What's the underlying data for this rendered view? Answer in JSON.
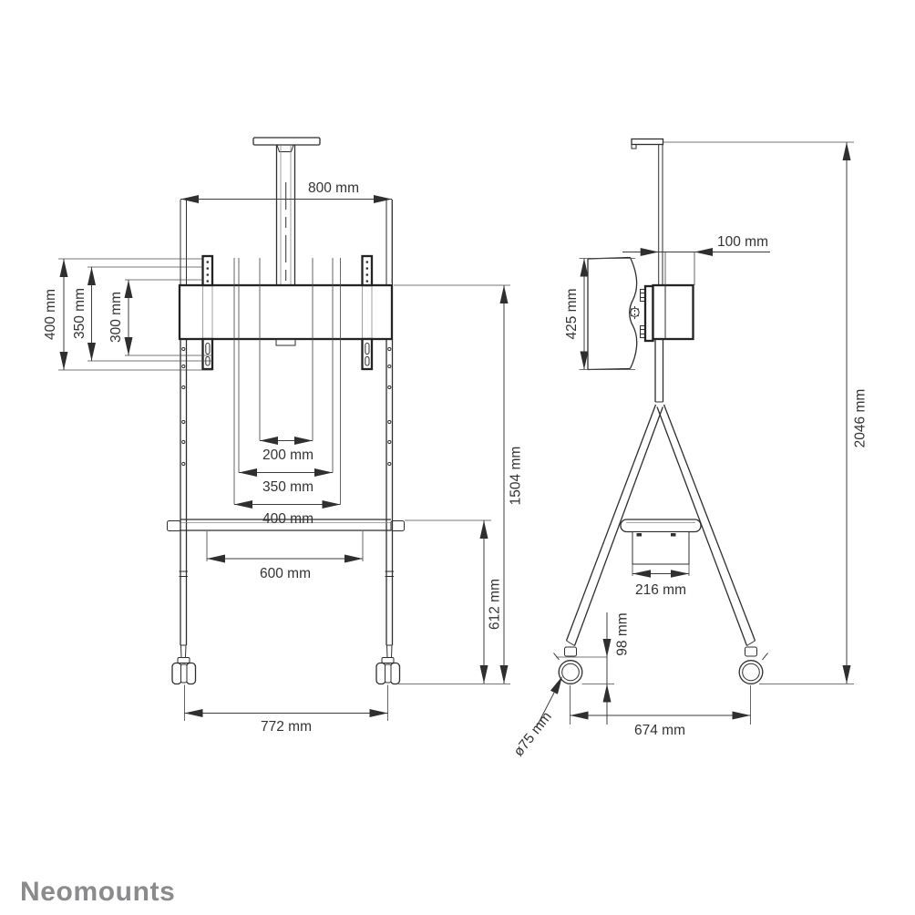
{
  "logo": {
    "text": "Neomounts",
    "color": "#8b8b8e"
  },
  "colors": {
    "line": "#2e2e2e",
    "dimension": "#3c3c3c",
    "text": "#333333",
    "background": "#ffffff"
  },
  "front_view": {
    "dim_top_width": "800 mm",
    "dim_vesa_height_400": "400 mm",
    "dim_vesa_height_350": "350 mm",
    "dim_vesa_height_300": "300 mm",
    "dim_vesa_width_200": "200 mm",
    "dim_vesa_width_350": "350 mm",
    "dim_vesa_width_400": "400 mm",
    "dim_shelf_width": "600 mm",
    "dim_mount_height": "1504 mm",
    "dim_shelf_height": "612 mm",
    "dim_base_width": "772 mm"
  },
  "side_view": {
    "dim_column_offset": "100 mm",
    "dim_bracket_height": "425 mm",
    "dim_total_height": "2046 mm",
    "dim_shelf_depth": "216 mm",
    "dim_caster_clearance": "98 mm",
    "dim_base_depth": "674 mm",
    "dim_caster_diameter": "ø75 mm"
  }
}
